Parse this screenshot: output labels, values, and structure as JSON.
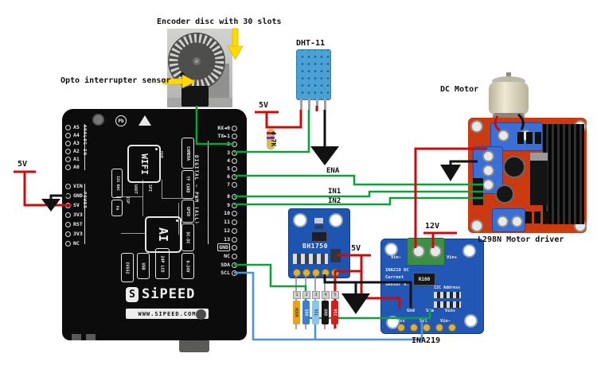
{
  "diagram": {
    "labels": {
      "encoder": "Encoder disc with 30 slots",
      "opto": "Opto interrupter sensor",
      "dht": "DHT-11",
      "dc_motor": "DC Motor",
      "l298n": "L298N Motor driver",
      "ina219": "INA219",
      "pullup": "4.7K",
      "v5_left": "5V",
      "v5_dht": "5V",
      "v5_mid": "5V",
      "v12": "12V",
      "ena": "ENA",
      "in1": "IN1",
      "in2": "IN2"
    },
    "wire_colors": {
      "signal_green": "#0aa23c",
      "power_red": "#ce0b0b",
      "ground_black": "#121212",
      "i2c_blue": "#4f93d8",
      "arrow_yellow": "#ffd900"
    }
  },
  "board": {
    "brand": "SiPEED",
    "brand_initial": "S",
    "website": "WWW.SIPEED.COM",
    "pb_mark": "Pb",
    "analog_header": "ANALOG IN",
    "analog_pins": [
      "A5",
      "A4",
      "A3",
      "A2",
      "A1",
      "A0"
    ],
    "power_header": "POWER",
    "power_pins": [
      "VIN",
      "GND",
      "5V",
      "3V3",
      "RST",
      "3V3",
      "NC"
    ],
    "digital_header": "DIGITAL ~ PWM (ALL)",
    "digital_pins": [
      "RX◄0",
      "TX►1",
      "2",
      "3",
      "4",
      "5",
      "6",
      "7",
      "8",
      "9",
      "10",
      "11",
      "12",
      "13",
      "GND",
      "NC",
      "SDA",
      "SCL"
    ],
    "wifi_chip": "WIFI",
    "ai_chip": "AI",
    "modules": [
      "CAMERA",
      "TF CARD",
      "GPIO",
      "DC-DC",
      "6-24V"
    ],
    "left_modules": [
      "I2S DAC",
      "PA"
    ],
    "bottom_modules": [
      "CH552",
      "USB",
      "24P LCD"
    ],
    "bus_labels": [
      "DVP",
      "UART",
      "SPI",
      "ISP"
    ]
  },
  "bh1750": {
    "chip_label": "BH1750",
    "jumper_labels": [
      "ADDR",
      "SDA",
      "SCL",
      "GND",
      "VCC"
    ],
    "jumper_numbers": [
      "1",
      "2",
      "3",
      "4",
      "5"
    ]
  },
  "ina219": {
    "title_line1": "INA219 DC",
    "title_line2": "Current",
    "title_line3": "Sensor 0.1",
    "shunt": "R100",
    "i2c_label": "I2C Address",
    "vin_minus": "Vin-",
    "vin_plus": "Vin+",
    "pin_row_top": [
      "Gnd",
      "Sda",
      "Vin+"
    ],
    "pin_row_bottom": [
      "Vcc",
      "Scl",
      "Vin-"
    ]
  }
}
